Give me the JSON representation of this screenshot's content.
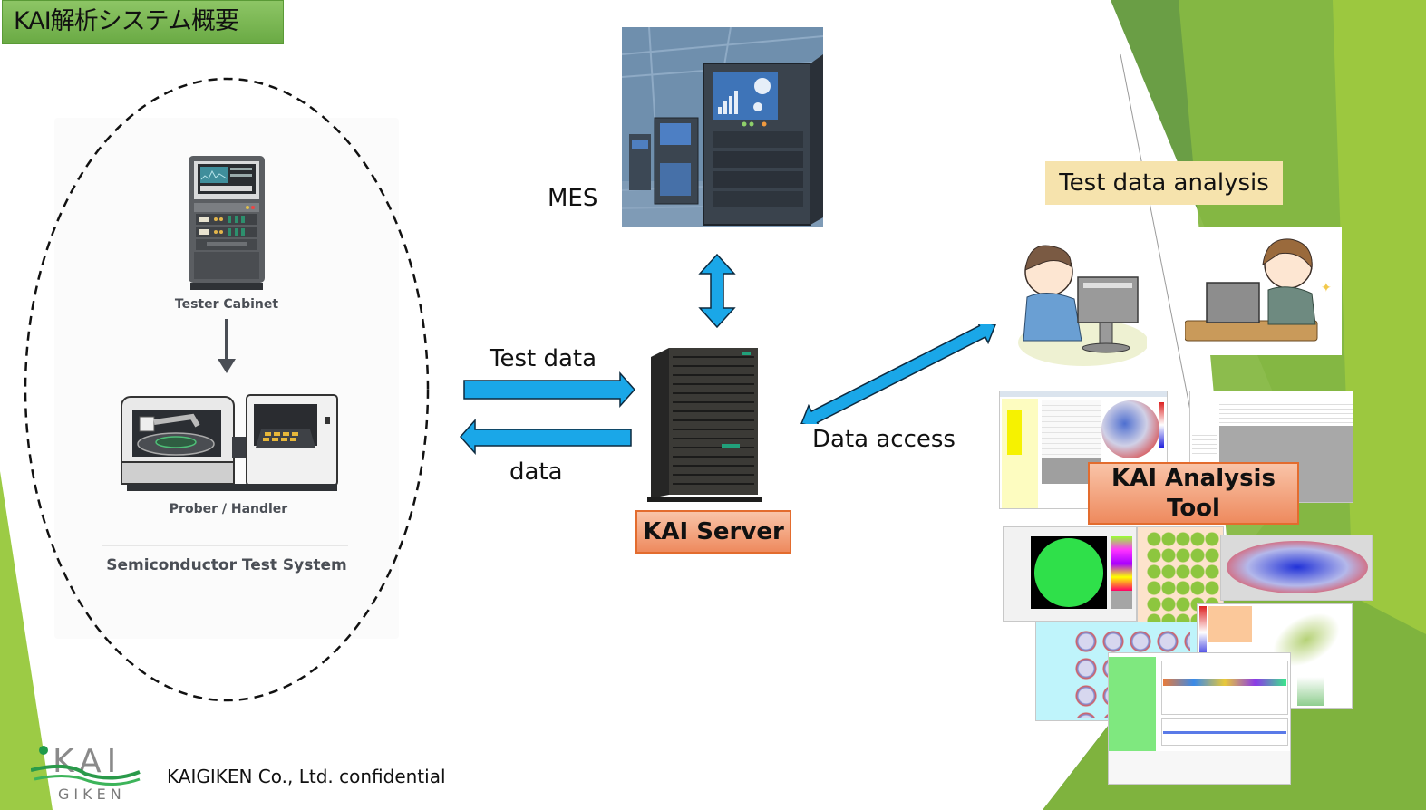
{
  "slide": {
    "title": "KAI解析システム概要",
    "footer": "KAIGIKEN Co., Ltd. confidential",
    "logo": {
      "main": "KAI",
      "sub": "GIKEN",
      "icon": "kai-giken-logo-icon"
    },
    "colors": {
      "title_green": "#79b653",
      "accent_green_light": "#8dc63f",
      "accent_green_dark": "#5e9b3c",
      "arrow_blue": "#1aa7e8",
      "box_orange": "#ee8a5e",
      "box_tan": "#f6e3ad"
    }
  },
  "test_system": {
    "tester_label": "Tester Cabinet",
    "prober_label": "Prober / Handler",
    "system_label": "Semiconductor Test System"
  },
  "mes": {
    "label": "MES",
    "icon": "mes-server-rack-icon"
  },
  "server": {
    "label": "KAI Server",
    "icon": "tower-server-icon"
  },
  "flows": {
    "to_server": "Test data",
    "from_server": "data",
    "data_access": "Data access"
  },
  "analysis": {
    "title": "Test data analysis",
    "tool_label_line1": "KAI Analysis",
    "tool_label_line2": "Tool"
  }
}
